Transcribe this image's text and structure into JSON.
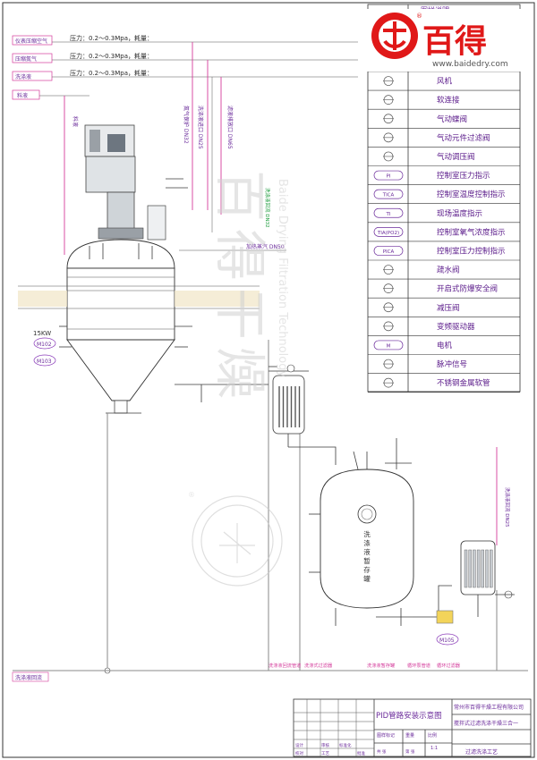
{
  "logo": {
    "brand_name": "百得",
    "website": "www.baidedry.com",
    "registered_mark": "®",
    "accent_color": "#e01818"
  },
  "legend": {
    "header": "图样说明",
    "items": [
      {
        "symbol": "fan-symbol",
        "label": "风机"
      },
      {
        "symbol": "soft-connection-symbol",
        "label": "软连接"
      },
      {
        "symbol": "pneumatic-butterfly-valve-symbol",
        "label": "气动蝶阀"
      },
      {
        "symbol": "pneumatic-filter-element-valve-symbol",
        "label": "气动元件过滤阀"
      },
      {
        "symbol": "pneumatic-regulating-valve-symbol",
        "label": "气动调压阀"
      },
      {
        "symbol": "pi-symbol",
        "label": "控制室压力指示",
        "tag": "PI"
      },
      {
        "symbol": "tica-symbol",
        "label": "控制室温度控制指示",
        "tag": "TICA"
      },
      {
        "symbol": "ti-symbol",
        "label": "现场温度指示",
        "tag": "TI"
      },
      {
        "symbol": "o2-symbol",
        "label": "控制室氧气浓度指示",
        "tag": "TIA(PO2)"
      },
      {
        "symbol": "pica-symbol",
        "label": "控制室压力控制指示",
        "tag": "PICA"
      },
      {
        "symbol": "drain-valve-symbol",
        "label": "疏水阀"
      },
      {
        "symbol": "rupture-disc-symbol",
        "label": "开启式防爆安全阀"
      },
      {
        "symbol": "pressure-reducing-valve-symbol",
        "label": "减压阀"
      },
      {
        "symbol": "vfd-symbol",
        "label": "变频驱动器"
      },
      {
        "symbol": "motor-symbol",
        "label": "电机",
        "tag": "M"
      },
      {
        "symbol": "pulse-signal-symbol",
        "label": "脉冲信号"
      },
      {
        "symbol": "metal-hose-symbol",
        "label": "不锈钢金属软管"
      }
    ]
  },
  "utilities": [
    {
      "name": "仪表压缩空气",
      "spec": "压力：0.2～0.3Mpa，耗量："
    },
    {
      "name": "压缩氮气",
      "spec": "压力：0.2～0.3Mpa，耗量："
    },
    {
      "name": "洗涤液",
      "spec": "压力：0.2～0.3Mpa，耗量："
    },
    {
      "name": "料液",
      "spec": ""
    }
  ],
  "vertical_labels": [
    "氮气保护 DN32",
    "洗涤液进口 DN25",
    "滤液排放口 DN65"
  ],
  "equipment": {
    "motor_power": "15KW",
    "motors": [
      "M102",
      "M103",
      "M105"
    ],
    "storage_tank_label": "洗涤液暂存罐",
    "steam_label": "加热蒸汽 DN50",
    "cip_label": "洗涤液回流 DN32",
    "side_label": "洗涤液回流 DN25"
  },
  "bottom_labels": [
    "洗涤液回流管道",
    "洗涤式过滤器",
    "洗涤液暂存罐",
    "循环泵管道",
    "循环过滤器"
  ],
  "left_bottom_label": "洗涤液回流",
  "title_block": {
    "drawing_title": "PID管路安装示意图",
    "company": "常州市百得干燥工程有限公司",
    "product": "搅拌式过滤洗涤干燥三合一",
    "process": "过滤洗涤工艺",
    "ratio_label": "比例",
    "ratio": "1:1",
    "cells": [
      "设计",
      "校对",
      "审核",
      "工艺",
      "标准化",
      "批准",
      "图样标记",
      "重量",
      "比例",
      "共 张",
      "第 张"
    ]
  },
  "watermark": {
    "brand_name": "百得干燥",
    "subtitle": "Baide Drying Filtration Technology"
  }
}
